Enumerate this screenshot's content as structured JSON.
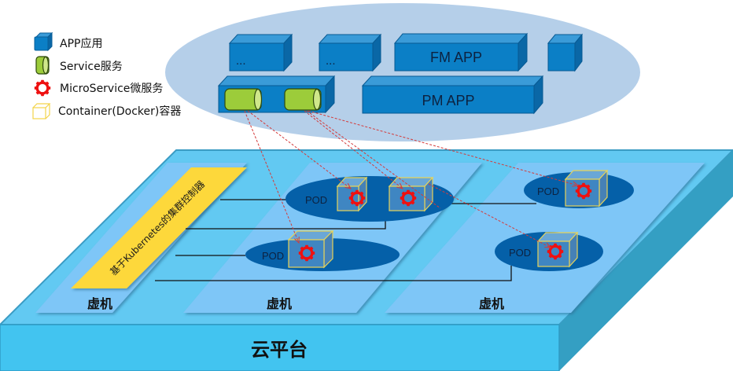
{
  "legend": {
    "items": [
      {
        "icon": "app-cube-icon",
        "label": "APP应用"
      },
      {
        "icon": "service-cylinder-icon",
        "label": "Service服务"
      },
      {
        "icon": "microservice-gear-icon",
        "label": "MicroService微服务"
      },
      {
        "icon": "container-box-icon",
        "label": "Container(Docker)容器"
      }
    ]
  },
  "apps": {
    "ellipsis_1": "...",
    "ellipsis_2": "...",
    "fm_app": "FM APP",
    "pm_app": "PM APP"
  },
  "controller": {
    "label": "基于Kubernetes的集群控制器"
  },
  "pods": [
    {
      "label": "POD"
    },
    {
      "label": "POD"
    },
    {
      "label": "POD"
    },
    {
      "label": "POD"
    }
  ],
  "vms": [
    {
      "label": "虚机"
    },
    {
      "label": "虚机"
    },
    {
      "label": "虚机"
    }
  ],
  "platform": {
    "label": "云平台"
  },
  "colors": {
    "app_blue": "#0b7fc6",
    "app_top": "#3a9bd8",
    "app_side": "#0a67a6",
    "app_cloud": "#b5cfe9",
    "service_green": "#9ccc3a",
    "gear_red": "#ee1111",
    "container_yellow": "#e6d35a",
    "controller_yellow": "#fdd83a",
    "pod_blue": "#0560a8",
    "vm_blue": "#7ec6f7",
    "platform_top": "#62c9f2",
    "platform_front": "#42c4f0",
    "platform_side": "#349fc3",
    "link_red": "#d43b3b"
  }
}
